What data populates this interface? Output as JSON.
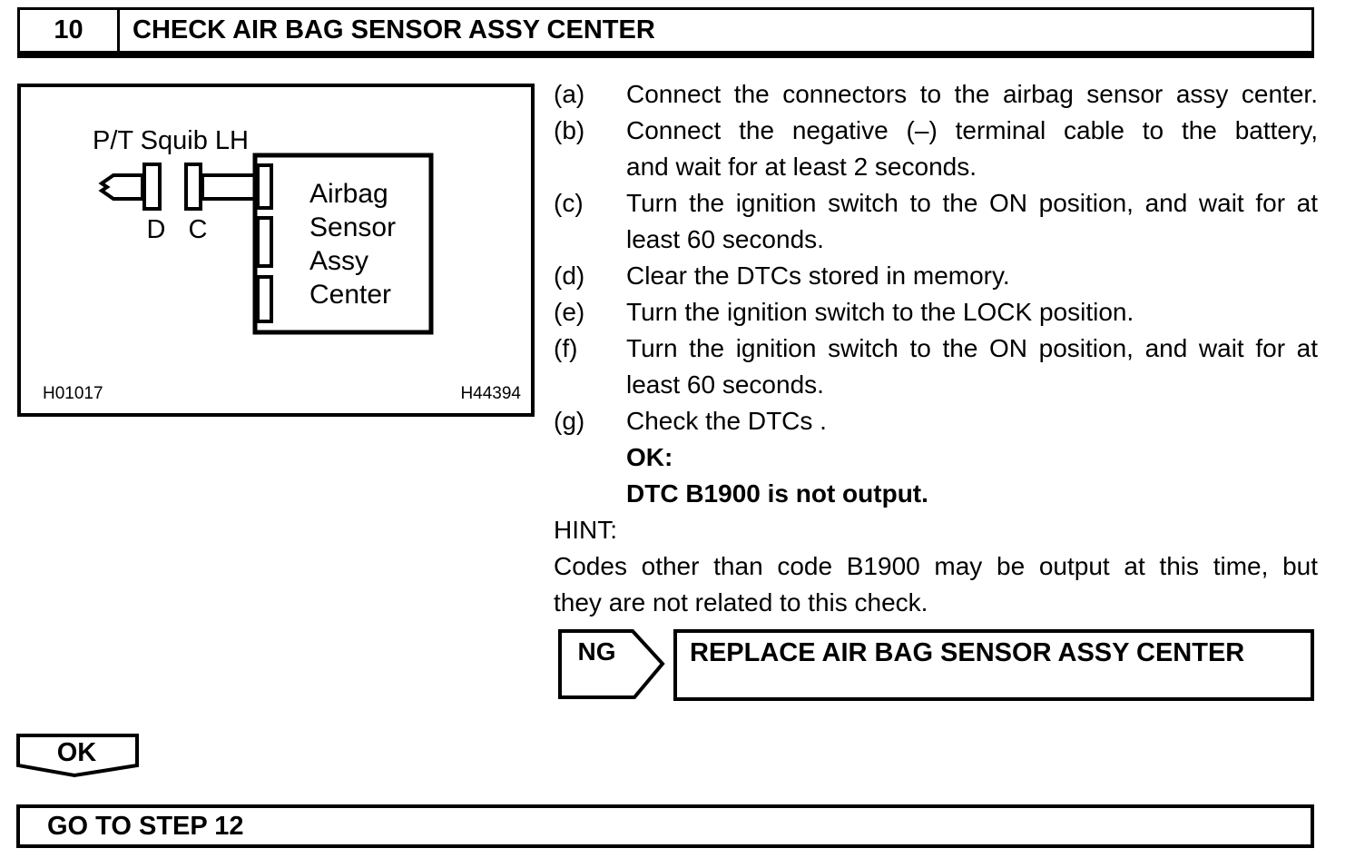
{
  "header": {
    "step_number": "10",
    "title": "CHECK AIR BAG SENSOR ASSY CENTER"
  },
  "figure": {
    "squib_label": "P/T Squib LH",
    "connector_d_label": "D",
    "connector_c_label": "C",
    "sensor_box_line1": "Airbag",
    "sensor_box_line2": "Sensor",
    "sensor_box_line3": "Assy",
    "sensor_box_line4": "Center",
    "fig_code_left": "H01017",
    "fig_code_right": "H44394"
  },
  "steps": [
    {
      "label": "(a)",
      "text": "Connect the connectors to the airbag sensor assy center."
    },
    {
      "label": "(b)",
      "text": "Connect the negative (–) terminal cable to the battery,"
    },
    {
      "label": "",
      "text": "and wait for at least 2 seconds."
    },
    {
      "label": "(c)",
      "text": "Turn the ignition switch to the ON position, and wait for at"
    },
    {
      "label": "",
      "text": "least 60 seconds."
    },
    {
      "label": "(d)",
      "text": "Clear the DTCs stored in memory."
    },
    {
      "label": "(e)",
      "text": "Turn the ignition switch to the LOCK position."
    },
    {
      "label": "(f)",
      "text": "Turn the ignition switch to the ON position, and wait for at"
    },
    {
      "label": "",
      "text": "least 60 seconds."
    },
    {
      "label": "(g)",
      "text": "Check the DTCs ."
    },
    {
      "label": "",
      "text": "OK:"
    },
    {
      "label": "",
      "text": "DTC B1900 is not output."
    },
    {
      "label": "",
      "text": "HINT:"
    },
    {
      "label": "",
      "text": "Codes other than code B1900 may be output at this time, but"
    },
    {
      "label": "",
      "text": "they are not related to this check."
    }
  ],
  "ng": {
    "label": "NG",
    "action": "REPLACE AIR BAG SENSOR ASSY CENTER"
  },
  "ok": {
    "label": "OK"
  },
  "footer": {
    "action": "GO TO STEP 12"
  },
  "colors": {
    "ink": "#000000",
    "paper": "#ffffff"
  }
}
